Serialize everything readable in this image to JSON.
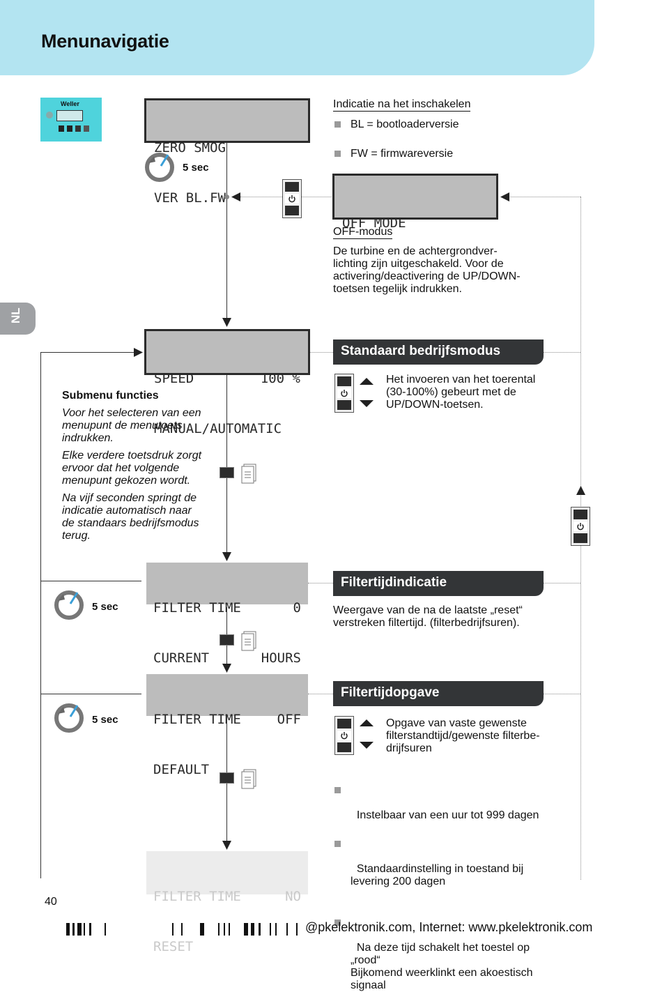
{
  "page": {
    "title": "Menunavigatie",
    "lang_tab": "NL",
    "page_number": "40",
    "footer": "@pkelektronik.com, Internet: www.pkelektronik.com"
  },
  "device": {
    "brand": "Weller"
  },
  "screens": {
    "startup": {
      "line1": "ZERO SMOG",
      "line2": "VER BL.FW"
    },
    "off_mode": {
      "line1": "OFF MODE"
    },
    "speed": {
      "line1_left": "SPEED",
      "line1_right": "100 %",
      "line2": "MANUAL/AUTOMATIC"
    },
    "filter_current": {
      "line1_left": "FILTER TIME",
      "line1_right": "0",
      "line2_left": "CURRENT",
      "line2_right": "HOURS"
    },
    "filter_default": {
      "line1_left": "FILTER TIME",
      "line1_right": "OFF",
      "line2_left": "DEFAULT"
    },
    "filter_reset": {
      "line1_left": "FILTER TIME",
      "line1_right": "NO",
      "line2_left": "RESET"
    }
  },
  "timers": {
    "t1": "5 sec",
    "t2": "5 sec",
    "t3": "5 sec"
  },
  "startup_info": {
    "heading": "Indicatie na het inschakelen",
    "items": [
      "BL = bootloaderversie",
      "FW = firmwareversie"
    ]
  },
  "off_info": {
    "heading": "OFF-modus",
    "text": "De turbine en de achtergrondver-\nlichting zijn uitgeschakeld. Voor de\nactivering/deactivering de UP/DOWN-\ntoetsen tegelijk indrukken."
  },
  "submenu": {
    "heading": "Submenu functies",
    "p1": "Voor het selecteren van een\nmenupunt de menutoets\nindrukken.",
    "p2": "Elke verdere toetsdruk zorgt\nervoor dat het volgende\nmenupunt gekozen wordt.",
    "p3": "Na vijf seconden springt de\nindicatie automatisch naar\nde standaars bedrijfsmodus\nterug."
  },
  "sections": {
    "standard": {
      "title": "Standaard bedrijfsmodus",
      "text": "Het invoeren van het toerental\n(30-100%) gebeurt met de\nUP/DOWN-toetsen."
    },
    "filter_indication": {
      "title": "Filtertijdindicatie",
      "text": "Weergave van de na de laatste „reset“\nverstreken filtertijd. (filterbedrijfsuren)."
    },
    "filter_setting": {
      "title": "Filtertijdopgave",
      "text": "Opgave van vaste gewenste\nfilterstandtijd/gewenste filterbe-\ndrijfsuren",
      "items": [
        "Instelbaar van een uur tot 999 dagen",
        "Standaardinstelling in toestand bij\nlevering 200 dagen",
        "Na deze tijd schakelt het toestel op\n„rood“\nBijkomend weerklinkt een akoestisch\nsignaal"
      ]
    }
  },
  "colors": {
    "header_bg": "#b3e4f1",
    "dark_header": "#333537",
    "lcd": "#bcbcbc",
    "tab": "#9fa1a4"
  }
}
